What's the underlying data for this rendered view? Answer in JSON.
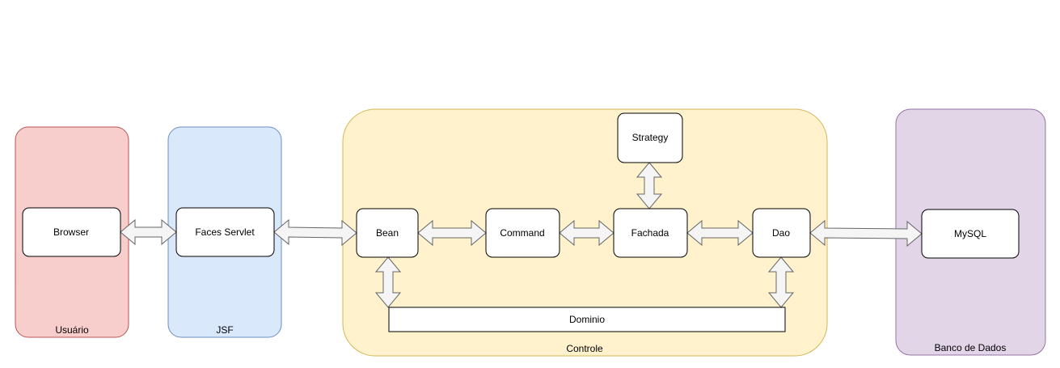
{
  "containers": {
    "usuario": {
      "label": "Usuário",
      "fill": "#f8cecc",
      "stroke": "#b85450"
    },
    "jsf": {
      "label": "JSF",
      "fill": "#dae8fc",
      "stroke": "#6c8ebf"
    },
    "controle": {
      "label": "Controle",
      "fill": "#fff2cc",
      "stroke": "#d6b656"
    },
    "banco": {
      "label": "Banco de Dados",
      "fill": "#e1d5e7",
      "stroke": "#9673a6"
    }
  },
  "nodes": {
    "browser": "Browser",
    "faces_servlet": "Faces Servlet",
    "bean": "Bean",
    "command": "Command",
    "fachada": "Fachada",
    "dao": "Dao",
    "strategy": "Strategy",
    "dominio": "Dominio",
    "mysql": "MySQL"
  },
  "colors": {
    "arrow_fill": "#f5f5f5",
    "arrow_stroke": "#666666",
    "node_fill": "#ffffff",
    "node_stroke": "#000000"
  }
}
